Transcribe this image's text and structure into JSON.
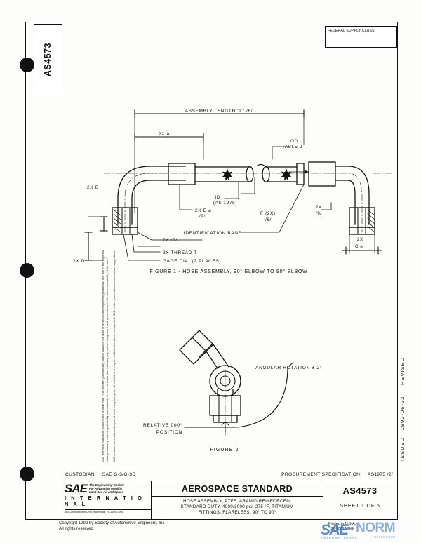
{
  "document": {
    "number": "AS4573",
    "federal_supply_class_label": "FEDERAL SUPPLY CLASS",
    "issued_label": "ISSUED",
    "issued_date": "1992-06-22",
    "revised_label": "REVISED"
  },
  "disclaimer": {
    "lines": [
      "SAE Technical Standards Board Rules provide that:  \"This report is published by SAE to advance the state of technical and engineering sciences.  The use of this report is",
      "entirely voluntary, and its applicability and suitability for any particular use, including any patent infringement arising therefrom, is the sole responsibility of the user.\"",
      "SAE reviews each technical report at least every five years at which time it may be reaffirmed, revised, or cancelled.  SAE invites your written comments and suggestions."
    ]
  },
  "figure1": {
    "caption": "FIGURE 1 - HOSE ASSEMBLY, 90° ELBOW TO 90° ELBOW",
    "labels": {
      "assembly_length": "ASSEMBLY LENGTH \"L\" /6/",
      "two_x_a": "2X A",
      "od_table": "OD\nTABLE 2",
      "od_line1": "OD",
      "od_line2": "TABLE 2",
      "id_line1": "ID",
      "id_line2": "(AS 1975)",
      "two_x_b": "2X B",
      "two_x_e": "2X E ⌀",
      "two_x_e_note": "/9/",
      "two_x_note9": "2X /9/",
      "two_x_thread": "2X THREAD T",
      "gage_dia": "GAGE DIA. (2 PLACES)",
      "two_x_d": "2X D",
      "two_x_c_line1": "2X",
      "two_x_c_line2": "C ⌀",
      "f_2x": "F (2X)",
      "f_2x_note": "/6/",
      "identification_band": "IDENTIFICATION BAND",
      "right_note9": "2X",
      "right_note9b": "/9/"
    }
  },
  "figure2": {
    "caption": "FIGURE 2",
    "labels": {
      "angular_rotation": "ANGULAR ROTATION ± 2°",
      "relative_line1": "RELATIVE 000°",
      "relative_line2": "POSITION"
    }
  },
  "title_block": {
    "custodian_label": "CUSTODIAN:",
    "custodian_value": "SAE G-3/G-3D",
    "procurement_label": "PROCUREMENT SPECIFICATION:",
    "procurement_value": "AS1975 /2/",
    "standard_type": "AEROSPACE STANDARD",
    "title_line1": "HOSE ASSEMBLY, PTFE, ARAMID REINFORCED,",
    "title_line2": "STANDARD DUTY, 4000/3000 psi, 275 °F, TITANIUM",
    "title_line3": "FITTINGS, FLARELESS, 90° TO 90°",
    "doc_number": "AS4573",
    "sheet": "SHEET 1 OF 5",
    "logo": {
      "wordmark": "SAE",
      "tagline_line1": "The Engineering Society",
      "tagline_line2": "For Advancing Mobility",
      "tagline_line3": "Land Sea Air and Space",
      "international": "I N T E R N A T I O N A L",
      "address": "400 Commonwealth Drive, Warrendale, PA   15096-0001"
    }
  },
  "footer": {
    "copyright_line1": "Copyright 1992  by Society of Automotive Engineers, Inc",
    "copyright_line2": "All rights reserved",
    "printed_line1": "Printed in U.S.A.",
    "printed_line2": "92-1001A/GG"
  },
  "watermark": {
    "sae": "SAE",
    "norm": "NORM",
    "international": "INTERNATIONAL",
    "reference": "REFERENCE"
  },
  "colors": {
    "ink": "#111111",
    "paper": "#fdfdfb",
    "watermark_blue": "#2f6fc4"
  }
}
